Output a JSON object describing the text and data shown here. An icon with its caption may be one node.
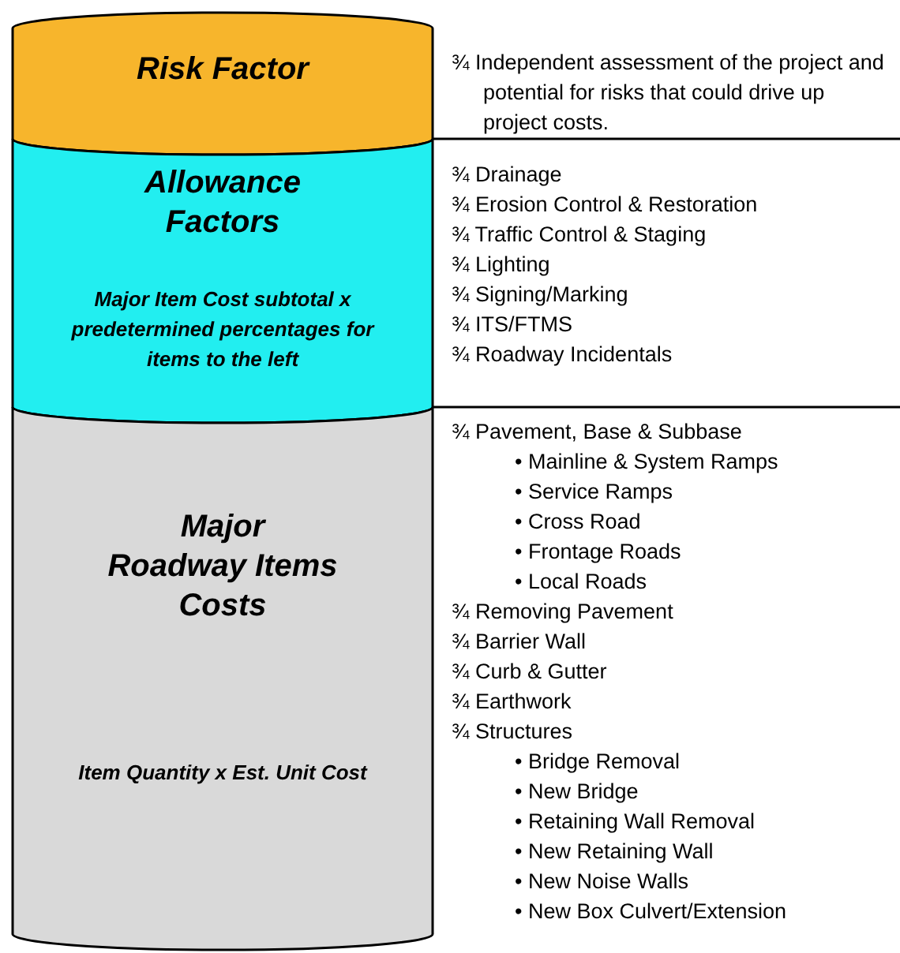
{
  "diagram": {
    "nodes": [
      {
        "text": [
          "Risk Factor"
        ],
        "beside": [
          "¾ Independent assessment of the project and potential for risks that could drive up project costs."
        ]
      },
      {
        "text": [
          "Allowance Factors",
          "Major Item Cost subtotal x predetermined percentages for items to the left"
        ],
        "beside": [
          "¾ Drainage",
          "¾ Erosion Control & Restoration",
          "¾ Traffic Control & Staging",
          "¾ Lighting",
          "¾ Signing/Marking",
          "¾ ITS/FTMS",
          "¾ Roadway Incidentals"
        ]
      },
      {
        "text": [
          "Major Roadway Items Costs",
          "Item Quantity x Est. Unit Cost"
        ],
        "beside": [
          "¾ Pavement, Base & Subbase",
          "• Mainline & System Ramps",
          "• Service Ramps",
          "• Cross Road",
          "• Frontage Roads",
          "• Local Roads",
          "¾ Removing Pavement",
          "¾ Barrier Wall",
          "¾ Curb & Gutter",
          "¾ Earthwork",
          "¾ Structures",
          "• Bridge Removal",
          "• New Bridge",
          "• Retaining Wall Removal",
          "• New Retaining Wall",
          "• New Noise Walls",
          "• New Box Culvert/Extension"
        ]
      }
    ]
  }
}
